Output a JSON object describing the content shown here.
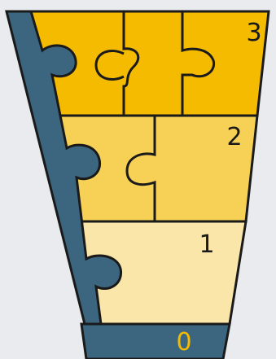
{
  "diagram": {
    "title": "",
    "levels": [
      {
        "label": "3",
        "color": "#f5bb00"
      },
      {
        "label": "2",
        "color": "#f7d155"
      },
      {
        "label": "1",
        "color": "#fae6a8"
      },
      {
        "label": "0",
        "color": "#3c6680"
      }
    ],
    "colors": {
      "background": "#e9ebee",
      "spine": "#3c6680",
      "outline": "#1a1a1a",
      "base_label": "#f5bb00",
      "level_label": "#1a1a1a"
    }
  }
}
